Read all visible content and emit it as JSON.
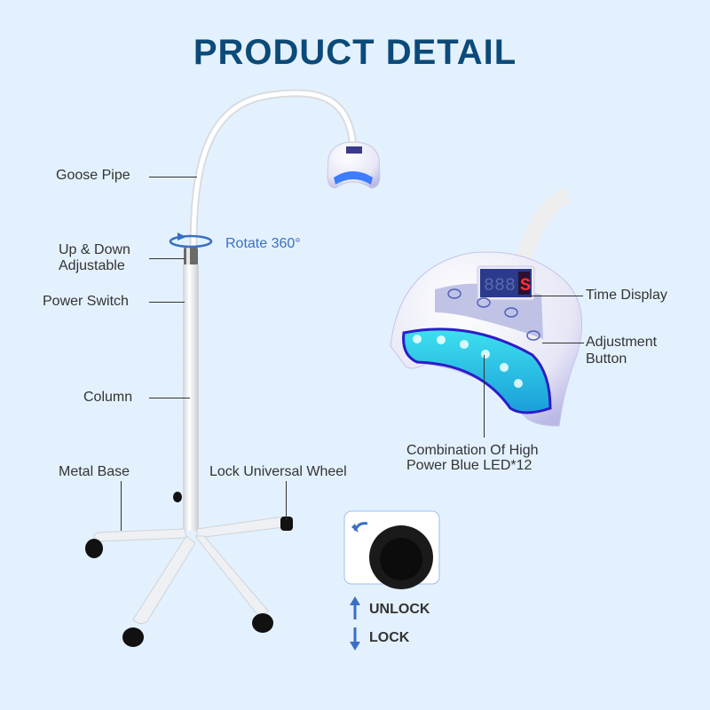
{
  "title": "PRODUCT DETAIL",
  "labels": {
    "goose_pipe": "Goose Pipe",
    "up_down_1": "Up & Down",
    "up_down_2": "Adjustable",
    "rotate": "Rotate 360°",
    "power_switch": "Power Switch",
    "column": "Column",
    "metal_base": "Metal Base",
    "lock_wheel": "Lock Universal Wheel",
    "time_display": "Time Display",
    "adjust_1": "Adjustment",
    "adjust_2": "Button",
    "led_1": "Combination Of High",
    "led_2": "Power Blue LED*12"
  },
  "wheel_legend": {
    "unlock": "UNLOCK",
    "lock": "LOCK"
  },
  "display_value": "888S",
  "colors": {
    "background": "#e3f1fe",
    "title": "#0c4a78",
    "accent_blue": "#3a6fc4",
    "led": "#28c8e8"
  }
}
